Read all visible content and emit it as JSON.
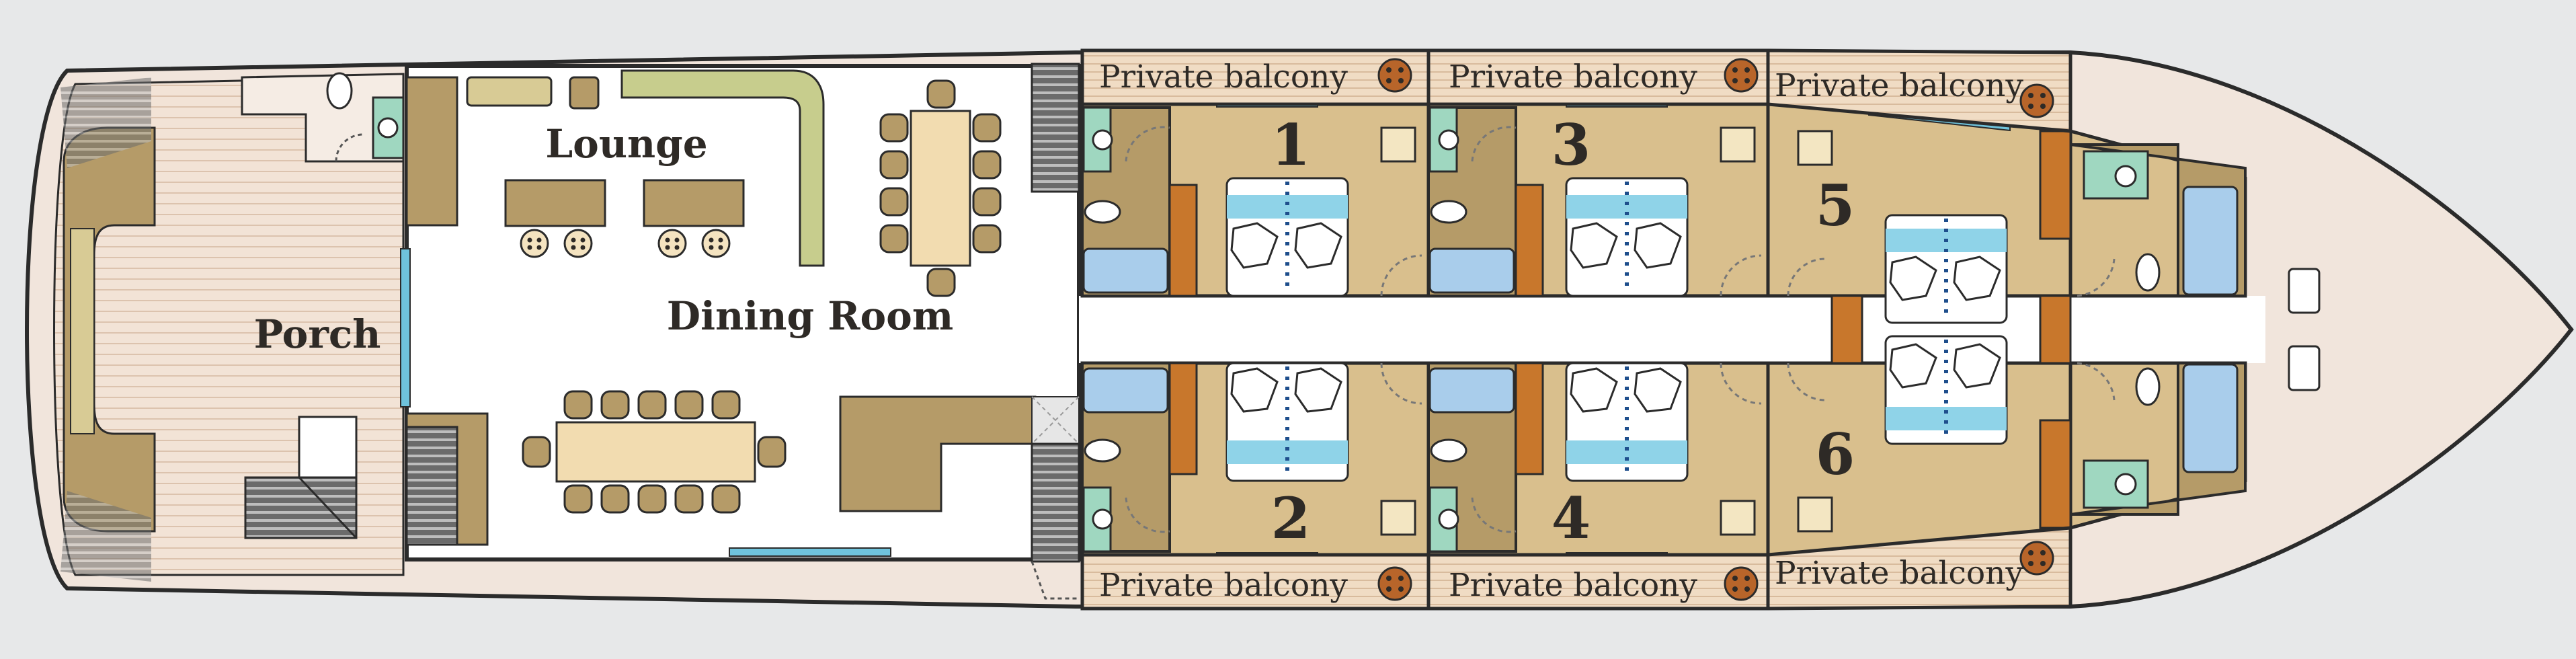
{
  "diagram": {
    "rooms": {
      "porch": "Porch",
      "lounge": "Lounge",
      "dining": "Dining Room"
    },
    "balcony_label": "Private balcony",
    "cabins": [
      "1",
      "2",
      "3",
      "4",
      "5",
      "6"
    ]
  },
  "colors": {
    "background": "#e7e8e9",
    "hull": "#f1e5dc",
    "deck_planks": "#f2e3d6",
    "cabin_floor": "#d9bf8d",
    "furniture": "#b59b68",
    "bed_blue": "#8fd3e8",
    "bath_blue": "#a9cdeb",
    "toilet_green": "#9fd7c0",
    "corridor": "#ffffff",
    "outline": "#2b2b2b",
    "wardrobe": "#c8772c",
    "window": "#6fc3dc"
  }
}
